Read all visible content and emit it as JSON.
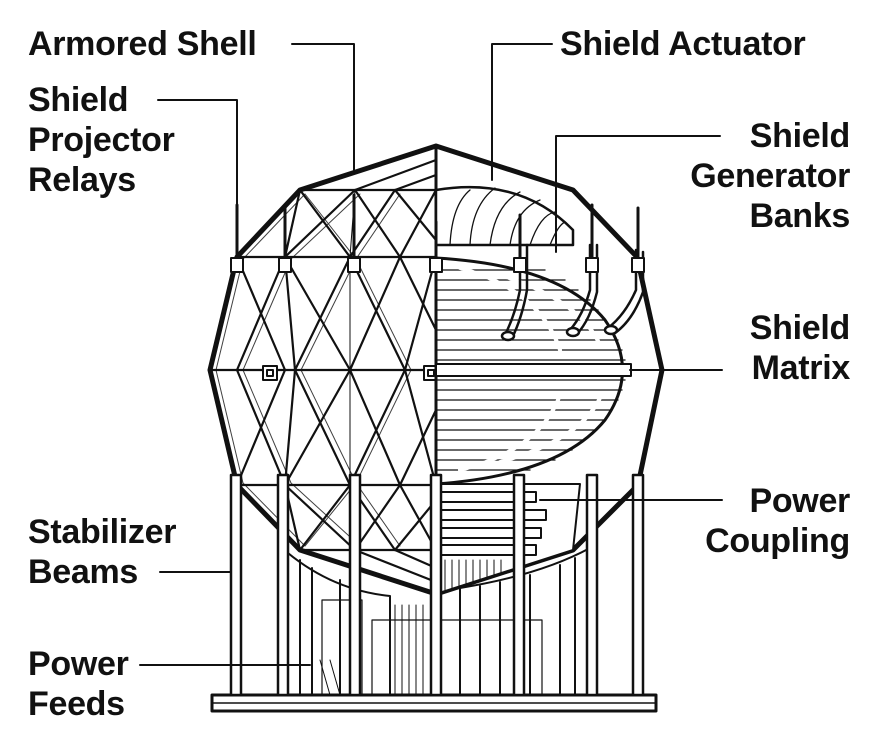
{
  "labels": {
    "armored_shell": "Armored Shell",
    "shield_projector_relays": [
      "Shield",
      "Projector",
      "Relays"
    ],
    "shield_actuator": "Shield Actuator",
    "shield_generator_banks": [
      "Shield",
      "Generator",
      "Banks"
    ],
    "shield_matrix": [
      "Shield",
      "Matrix"
    ],
    "power_coupling": [
      "Power",
      "Coupling"
    ],
    "stabilizer_beams": [
      "Stabilizer",
      "Beams"
    ],
    "power_feeds": [
      "Power",
      "Feeds"
    ]
  },
  "colors": {
    "ink": "#111111",
    "background": "#ffffff"
  }
}
